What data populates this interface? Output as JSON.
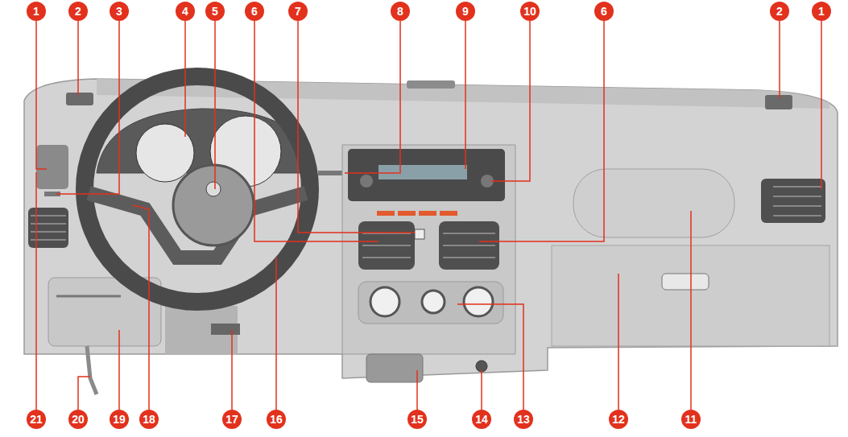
{
  "diagram": {
    "labels": [
      "1",
      "2",
      "3",
      "4",
      "5",
      "6",
      "7",
      "8",
      "9",
      "10",
      "6",
      "2",
      "1",
      "21",
      "20",
      "19",
      "18",
      "17",
      "16",
      "15",
      "14",
      "13",
      "12",
      "11"
    ]
  }
}
